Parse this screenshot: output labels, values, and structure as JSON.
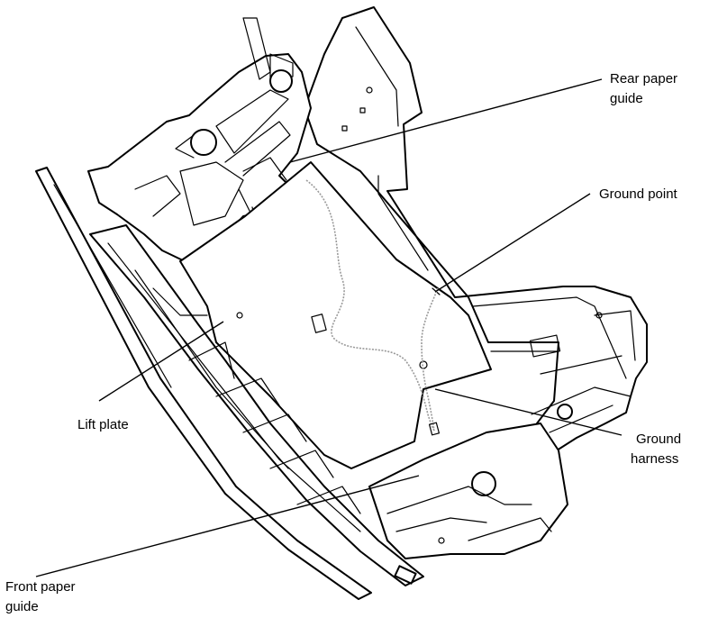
{
  "labels": {
    "rear_paper_guide": [
      "Rear paper",
      "guide"
    ],
    "ground_point": "Ground point",
    "lift_plate": "Lift plate",
    "ground_harness": [
      "Ground",
      "harness"
    ],
    "front_paper_guide": [
      "Front paper",
      "guide"
    ]
  },
  "colors": {
    "line": "#000000",
    "background": "#ffffff",
    "wire": "#9a9a9a"
  }
}
